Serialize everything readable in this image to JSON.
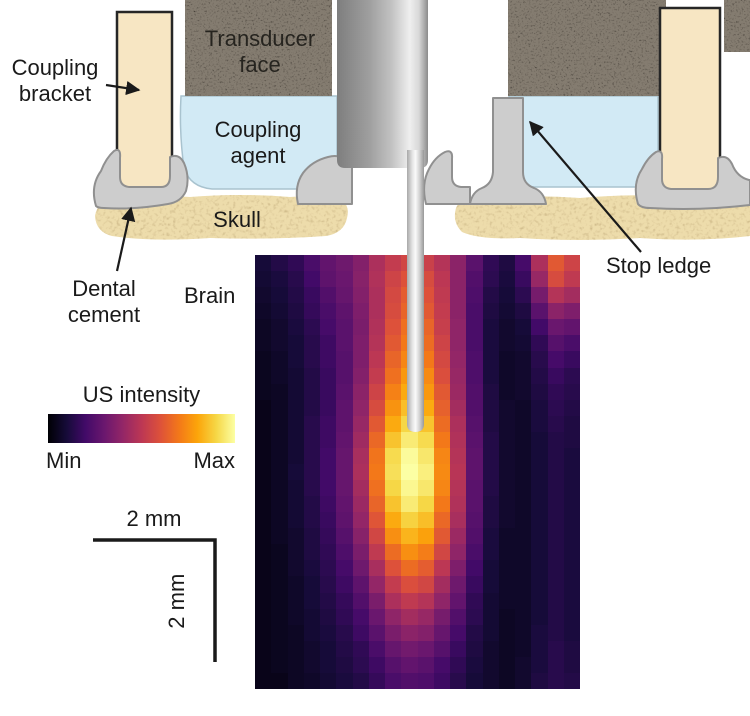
{
  "labels": {
    "coupling_bracket": "Coupling\nbracket",
    "transducer_face": "Transducer\nface",
    "coupling_agent": "Coupling\nagent",
    "skull": "Skull",
    "dental_cement": "Dental\ncement",
    "brain": "Brain",
    "stop_ledge": "Stop ledge"
  },
  "legend": {
    "title": "US intensity",
    "min": "Min",
    "max": "Max"
  },
  "scale_bar": {
    "horizontal": "2 mm",
    "vertical": "2 mm"
  },
  "colors": {
    "coupling_bracket_fill": "#f7e6c3",
    "coupling_agent_fill": "#d2eaf5",
    "skull_fill": "#eddcab",
    "dental_cement_fill": "#cdcdcd",
    "transducer_face_fill": "#847b6f"
  },
  "chart_data": {
    "type": "heatmap",
    "title": "US intensity",
    "colormap": "inferno",
    "legend_min": "Min",
    "legend_max": "Max",
    "scale_bar_mm": 2,
    "rows": 27,
    "cols": 20,
    "colormap_stops": [
      {
        "pos": 0.0,
        "color": "#000004"
      },
      {
        "pos": 0.1,
        "color": "#160b39"
      },
      {
        "pos": 0.2,
        "color": "#420a68"
      },
      {
        "pos": 0.3,
        "color": "#6a176e"
      },
      {
        "pos": 0.4,
        "color": "#932667"
      },
      {
        "pos": 0.5,
        "color": "#bc3754"
      },
      {
        "pos": 0.6,
        "color": "#dd513a"
      },
      {
        "pos": 0.7,
        "color": "#f37819"
      },
      {
        "pos": 0.8,
        "color": "#fca50a"
      },
      {
        "pos": 0.9,
        "color": "#f6d746"
      },
      {
        "pos": 1.0,
        "color": "#fcffa4"
      }
    ],
    "values_pct": [
      [
        10,
        13,
        16,
        22,
        28,
        31,
        36,
        46,
        52,
        56,
        54,
        48,
        38,
        26,
        16,
        12,
        21,
        46,
        62,
        55
      ],
      [
        9,
        11,
        14,
        20,
        27,
        30,
        37,
        47,
        55,
        60,
        58,
        50,
        38,
        24,
        15,
        11,
        18,
        41,
        58,
        51
      ],
      [
        8,
        10,
        13,
        18,
        24,
        29,
        36,
        46,
        57,
        63,
        60,
        51,
        38,
        23,
        13,
        10,
        15,
        33,
        48,
        44
      ],
      [
        7,
        9,
        12,
        17,
        22,
        27,
        35,
        46,
        58,
        65,
        62,
        52,
        38,
        22,
        12,
        9,
        12,
        26,
        38,
        35
      ],
      [
        6,
        8,
        11,
        15,
        21,
        26,
        34,
        47,
        60,
        68,
        65,
        53,
        39,
        22,
        11,
        8,
        10,
        20,
        30,
        28
      ],
      [
        6,
        8,
        10,
        14,
        19,
        26,
        35,
        48,
        62,
        70,
        67,
        55,
        39,
        22,
        11,
        8,
        9,
        16,
        25,
        22
      ],
      [
        5,
        7,
        10,
        14,
        19,
        25,
        35,
        50,
        65,
        73,
        70,
        57,
        40,
        23,
        11,
        7,
        8,
        14,
        21,
        18
      ],
      [
        5,
        7,
        9,
        13,
        18,
        25,
        36,
        52,
        68,
        77,
        74,
        59,
        41,
        23,
        11,
        7,
        8,
        13,
        18,
        15
      ],
      [
        5,
        6,
        9,
        13,
        18,
        26,
        38,
        55,
        72,
        81,
        77,
        62,
        42,
        24,
        12,
        7,
        8,
        12,
        16,
        14
      ],
      [
        4,
        6,
        9,
        13,
        18,
        27,
        39,
        58,
        76,
        85,
        81,
        64,
        44,
        24,
        12,
        8,
        7,
        11,
        15,
        13
      ],
      [
        4,
        6,
        9,
        14,
        19,
        27,
        41,
        62,
        81,
        90,
        86,
        67,
        46,
        25,
        12,
        8,
        7,
        11,
        14,
        12
      ],
      [
        4,
        6,
        9,
        14,
        19,
        28,
        43,
        66,
        86,
        95,
        91,
        70,
        47,
        26,
        13,
        8,
        7,
        10,
        13,
        12
      ],
      [
        4,
        6,
        9,
        14,
        20,
        29,
        45,
        69,
        91,
        99,
        94,
        73,
        48,
        27,
        13,
        8,
        7,
        10,
        13,
        11
      ],
      [
        4,
        6,
        10,
        14,
        20,
        29,
        46,
        70,
        92,
        100,
        96,
        74,
        49,
        27,
        13,
        8,
        7,
        10,
        13,
        11
      ],
      [
        4,
        6,
        9,
        14,
        20,
        29,
        44,
        68,
        90,
        98,
        94,
        73,
        48,
        26,
        13,
        8,
        7,
        10,
        13,
        11
      ],
      [
        4,
        6,
        9,
        13,
        19,
        28,
        42,
        65,
        86,
        95,
        90,
        70,
        47,
        26,
        12,
        8,
        7,
        10,
        13,
        11
      ],
      [
        4,
        6,
        9,
        13,
        18,
        27,
        40,
        61,
        81,
        89,
        85,
        66,
        45,
        25,
        12,
        8,
        7,
        10,
        13,
        11
      ],
      [
        4,
        6,
        8,
        12,
        17,
        25,
        37,
        56,
        75,
        83,
        79,
        62,
        42,
        24,
        11,
        7,
        7,
        10,
        13,
        11
      ],
      [
        4,
        5,
        8,
        12,
        16,
        23,
        34,
        51,
        67,
        75,
        71,
        56,
        39,
        22,
        11,
        7,
        7,
        10,
        13,
        11
      ],
      [
        4,
        5,
        8,
        11,
        15,
        21,
        31,
        45,
        60,
        67,
        63,
        50,
        35,
        20,
        10,
        7,
        7,
        10,
        13,
        11
      ],
      [
        4,
        5,
        7,
        10,
        14,
        19,
        27,
        40,
        52,
        59,
        56,
        44,
        31,
        18,
        10,
        7,
        7,
        10,
        13,
        11
      ],
      [
        4,
        5,
        7,
        10,
        13,
        17,
        24,
        34,
        46,
        51,
        48,
        39,
        28,
        16,
        9,
        7,
        7,
        10,
        13,
        11
      ],
      [
        4,
        5,
        7,
        9,
        12,
        16,
        21,
        30,
        39,
        44,
        41,
        33,
        24,
        15,
        9,
        6,
        7,
        10,
        13,
        11
      ],
      [
        4,
        5,
        6,
        9,
        11,
        14,
        19,
        26,
        34,
        38,
        36,
        29,
        21,
        13,
        9,
        6,
        7,
        11,
        13,
        11
      ],
      [
        4,
        5,
        6,
        8,
        10,
        13,
        16,
        22,
        29,
        32,
        30,
        25,
        18,
        12,
        8,
        6,
        7,
        11,
        14,
        12
      ],
      [
        4,
        5,
        6,
        8,
        10,
        12,
        15,
        19,
        25,
        28,
        26,
        21,
        16,
        11,
        8,
        6,
        8,
        11,
        14,
        12
      ],
      [
        4,
        4,
        6,
        7,
        9,
        11,
        13,
        17,
        22,
        24,
        23,
        19,
        14,
        10,
        8,
        6,
        8,
        12,
        14,
        13
      ]
    ]
  }
}
